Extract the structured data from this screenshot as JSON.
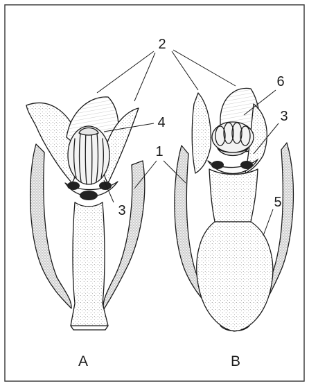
{
  "callouts": {
    "c1": "1",
    "c2": "2",
    "c3a": "3",
    "c3b": "3",
    "c4": "4",
    "c5": "5",
    "c6": "6"
  },
  "captions": {
    "a": "A",
    "b": "B"
  }
}
